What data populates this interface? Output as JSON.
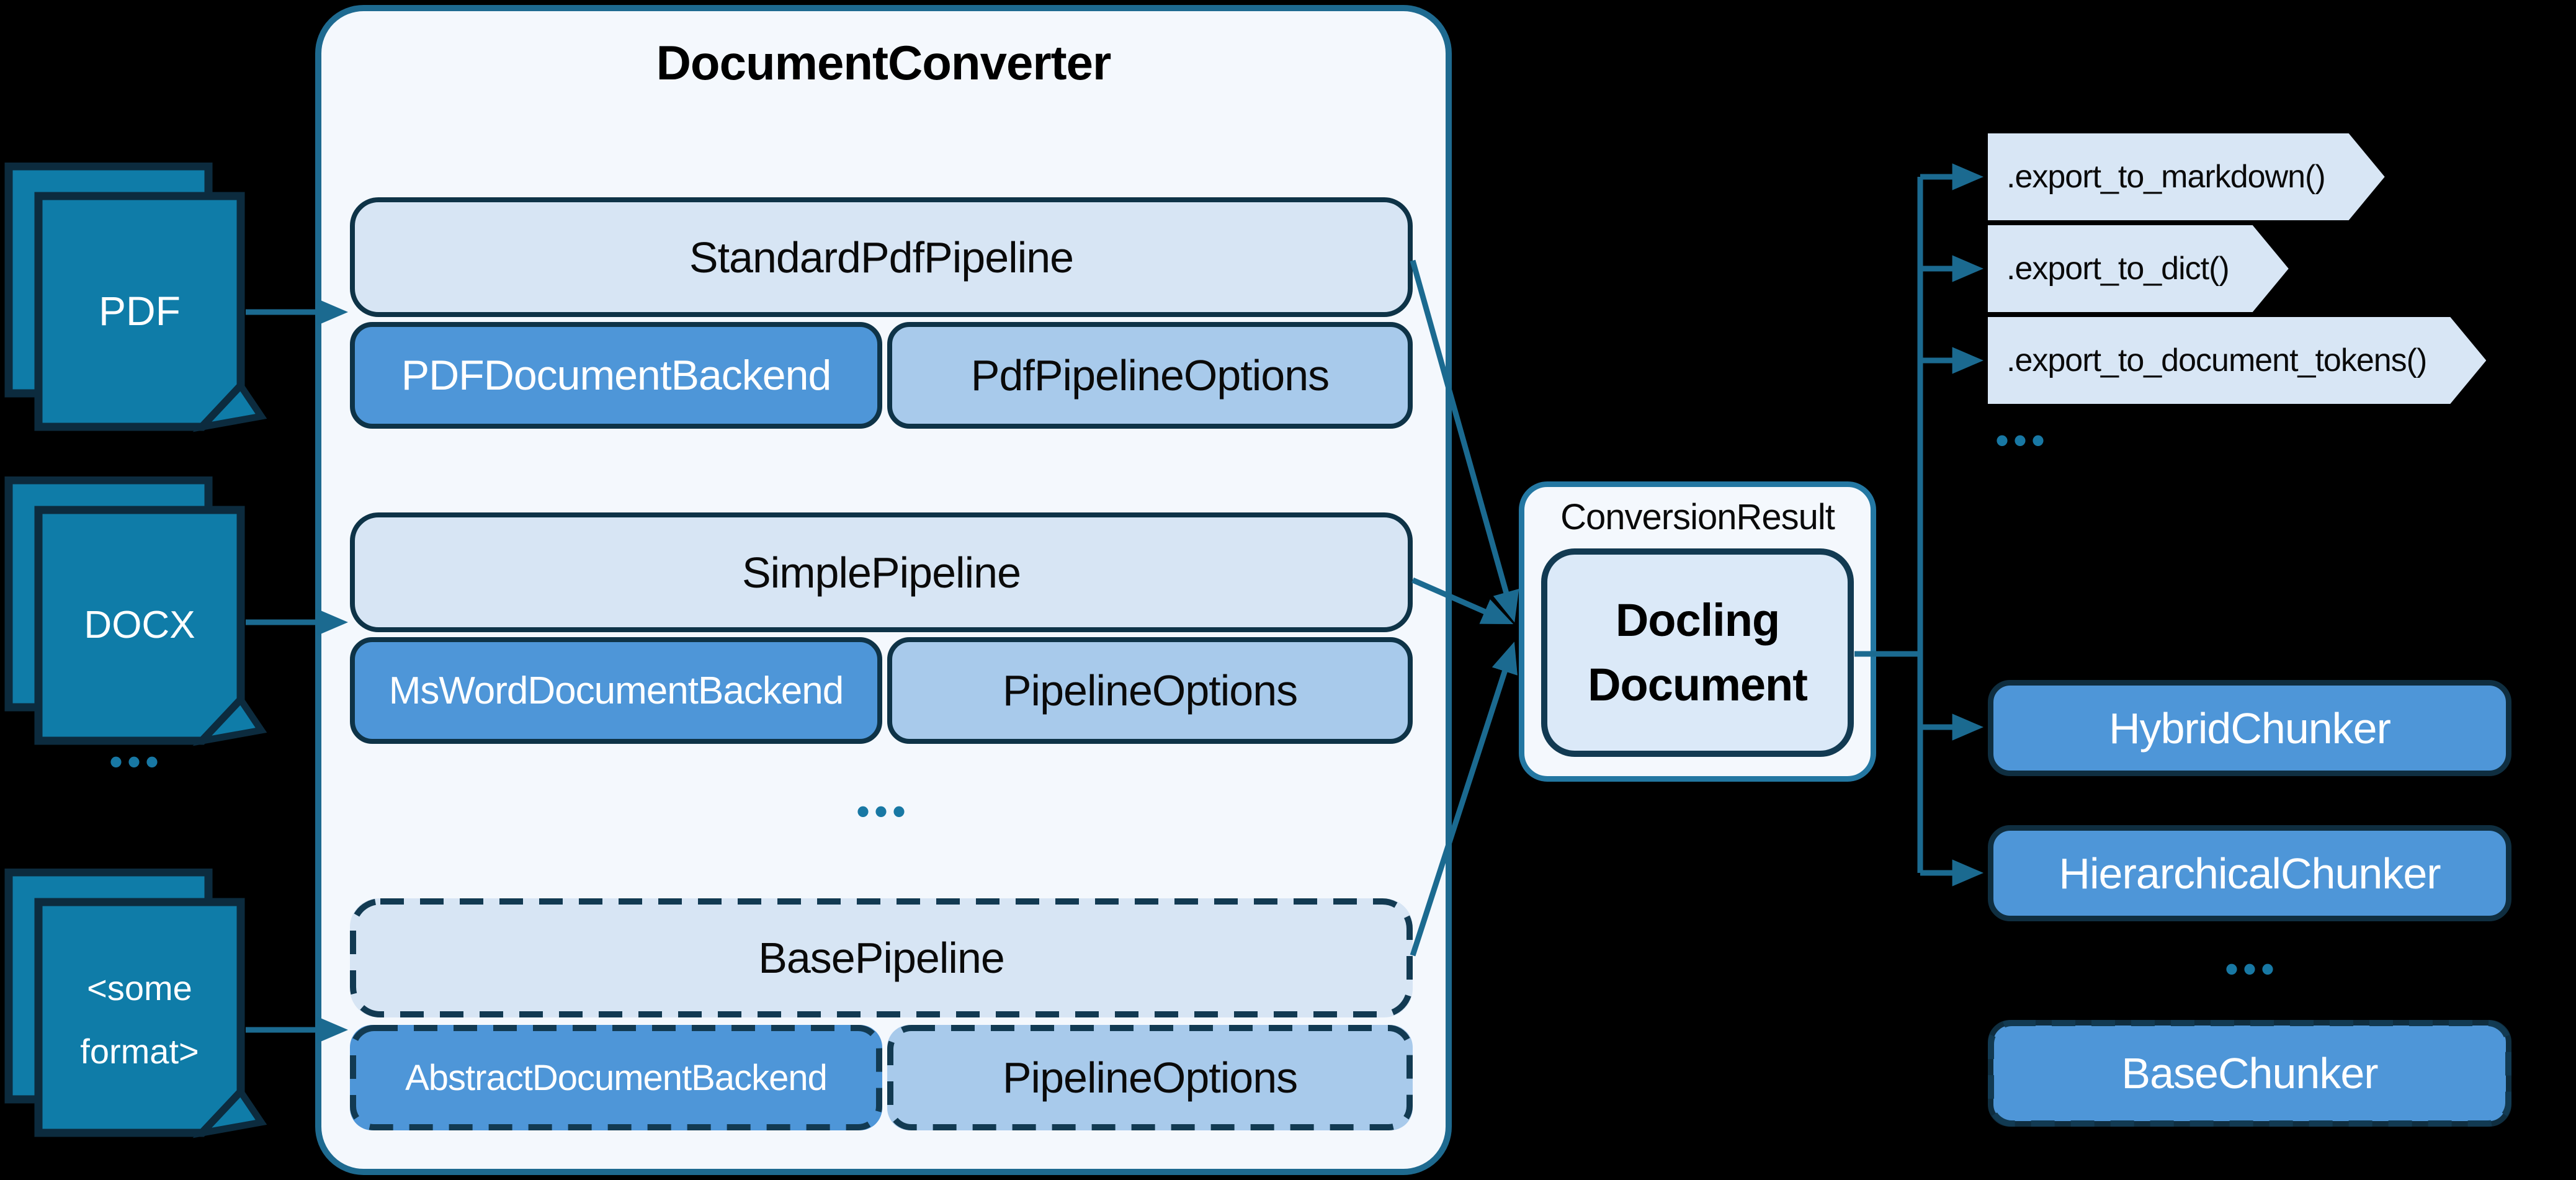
{
  "diagram_title": "DocumentConverter",
  "formats": [
    {
      "label": "PDF"
    },
    {
      "label": "DOCX"
    },
    {
      "line1": "<some",
      "line2": "format>"
    }
  ],
  "formats_ellipsis": "•••",
  "converter": {
    "title": "DocumentConverter",
    "pipelines": [
      {
        "name": "StandardPdfPipeline",
        "backend": "PDFDocumentBackend",
        "options": "PdfPipelineOptions"
      },
      {
        "name": "SimplePipeline",
        "backend": "MsWordDocumentBackend",
        "options": "PipelineOptions"
      },
      {
        "name": "BasePipeline",
        "backend": "AbstractDocumentBackend",
        "options": "PipelineOptions"
      }
    ],
    "ellipsis": "•••"
  },
  "result": {
    "label": "ConversionResult",
    "document_line1": "Docling",
    "document_line2": "Document"
  },
  "exports": {
    "items": [
      ".export_to_markdown()",
      ".export_to_dict()",
      ".export_to_document_tokens()"
    ],
    "ellipsis": "•••"
  },
  "chunkers": {
    "items": [
      "HybridChunker",
      "HierarchicalChunker",
      "BaseChunker"
    ],
    "ellipsis": "•••"
  },
  "colors": {
    "page_fill": "#0F7CA8",
    "dark_outline": "#0E3347",
    "panel_border": "#1E6A90",
    "result_border": "#2377A2",
    "arrow": "#1B6A90",
    "panel_fill": "#F4F8FD",
    "header_fill": "#D7E5F4",
    "backend_fill": "#4E96D8",
    "options_fill": "#A8CAEB",
    "docling_fill": "#DBE9F8",
    "ellipsis": "#1878A4"
  }
}
